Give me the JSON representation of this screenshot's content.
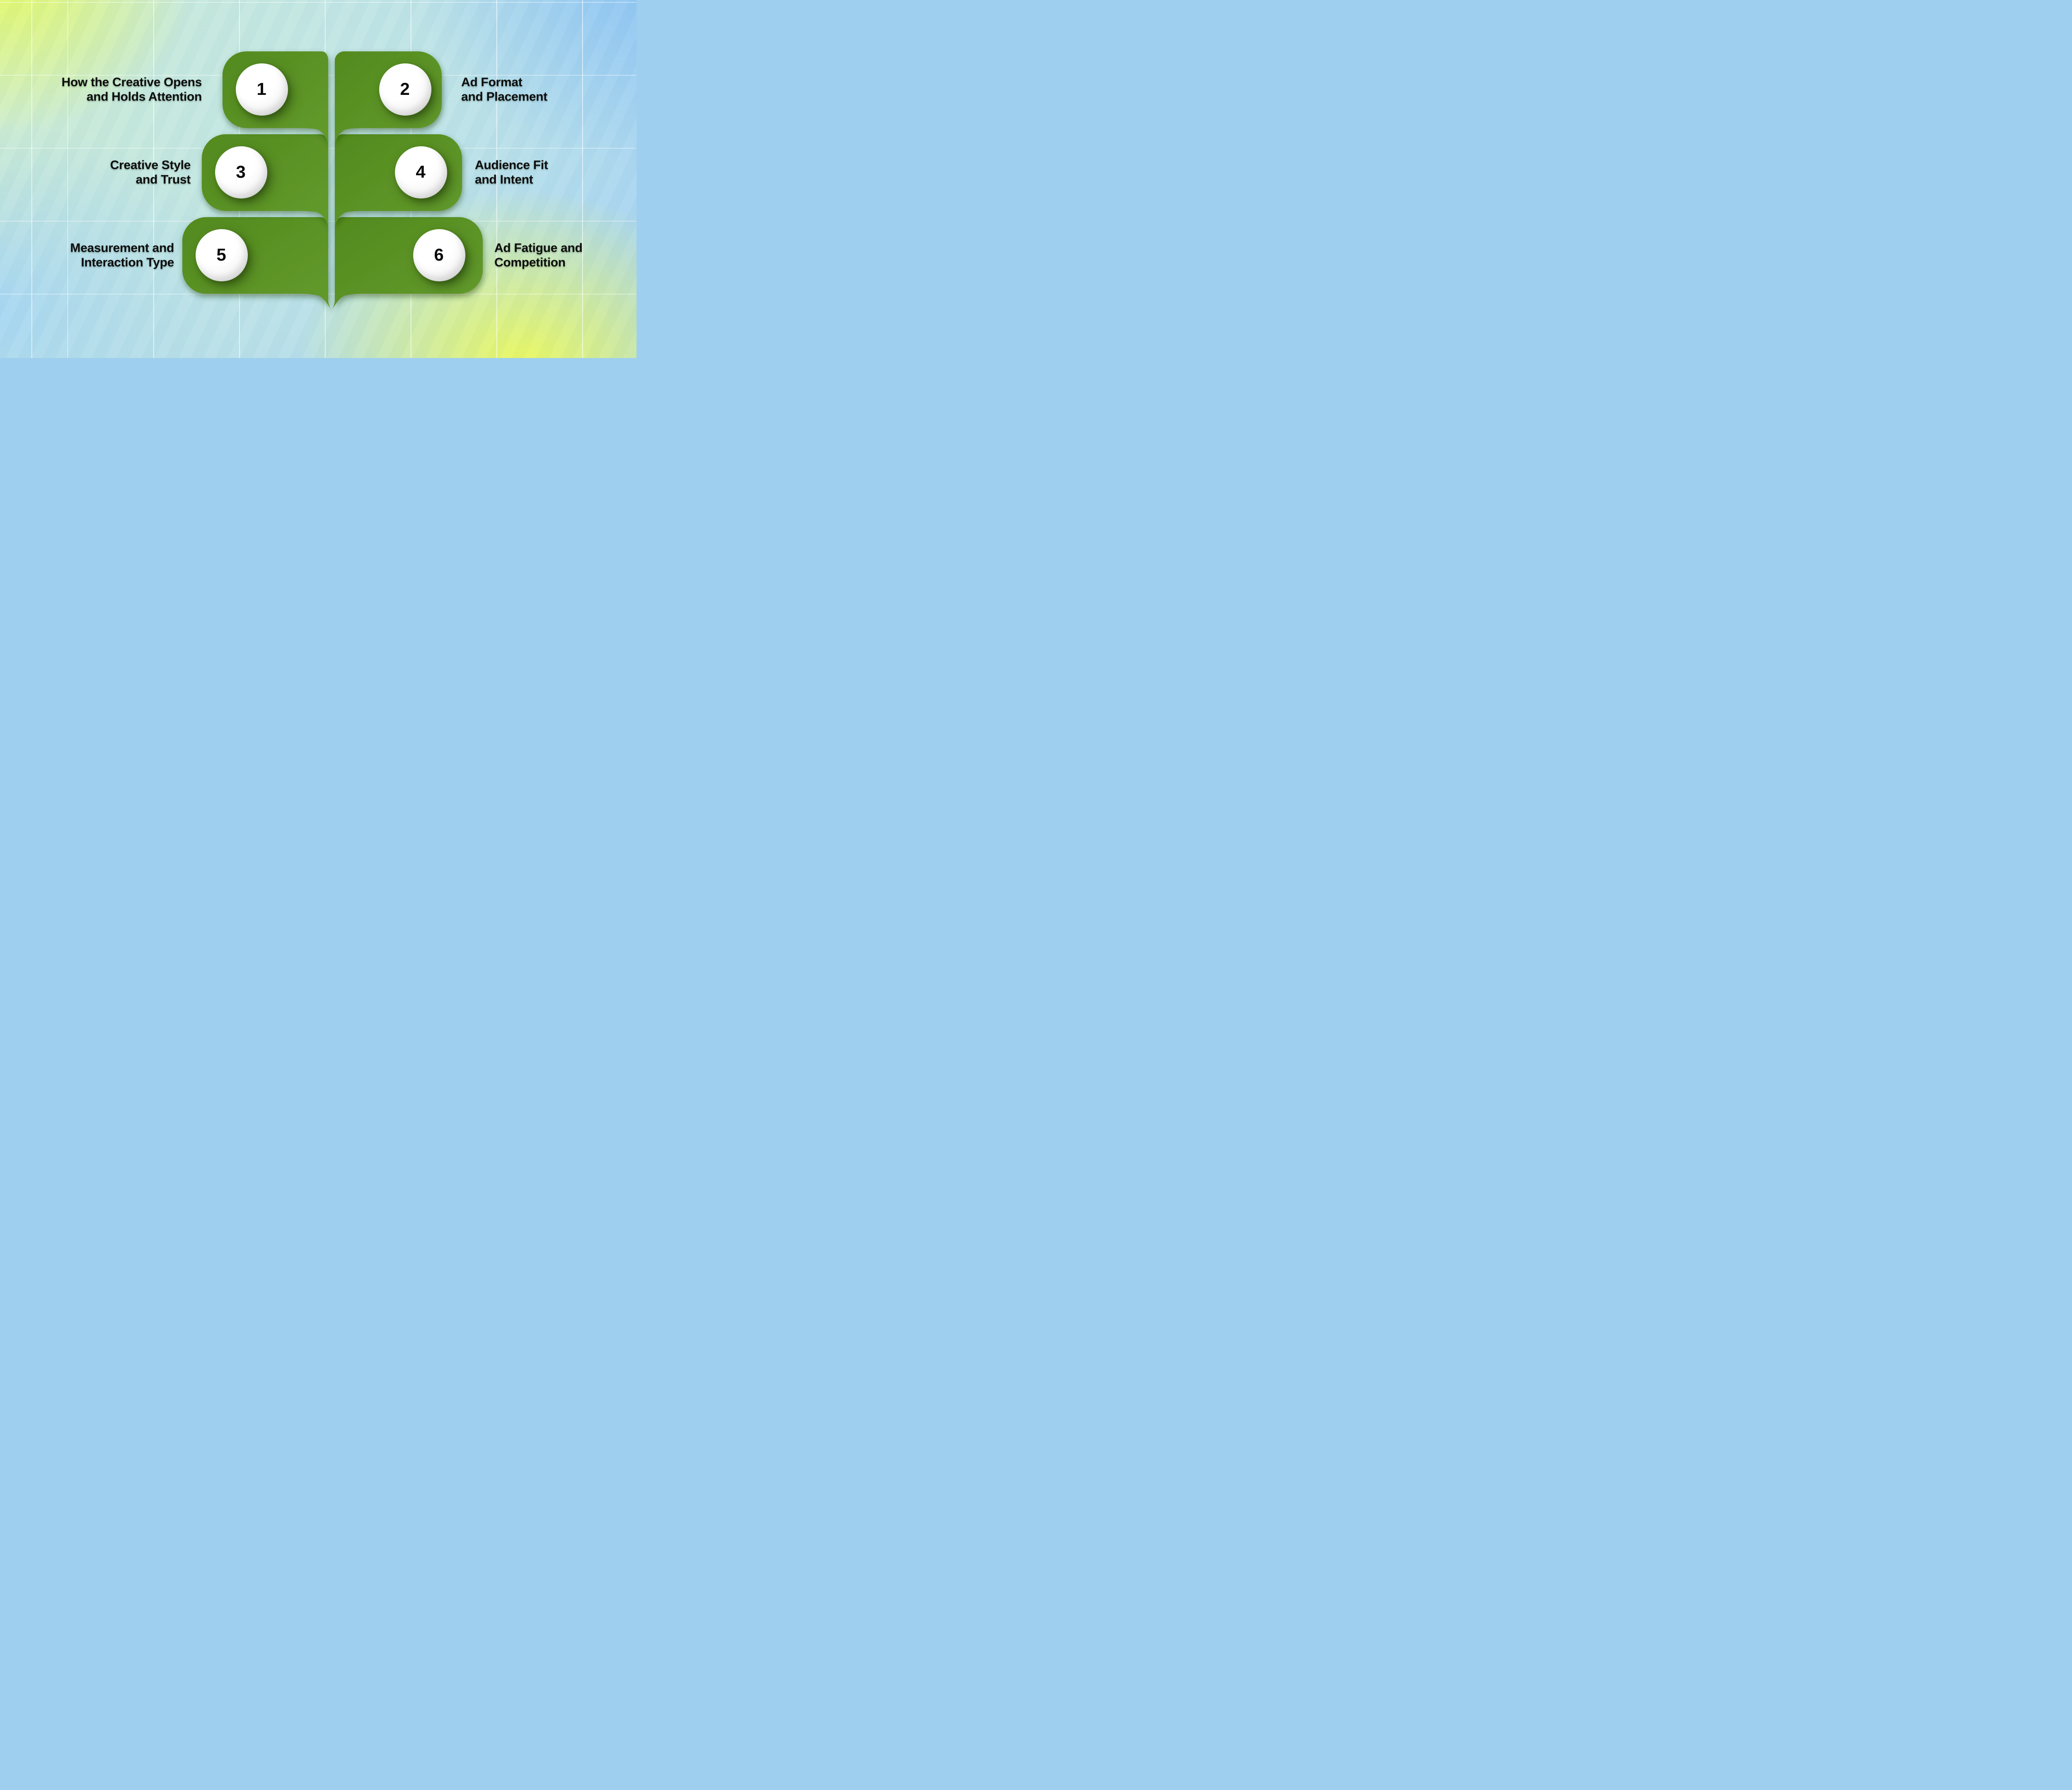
{
  "diagram": {
    "kind": "six-item leaf infographic",
    "items": [
      {
        "number": "1",
        "side": "left",
        "row": 1,
        "label_lines": [
          "How the Creative Opens",
          "and Holds Attention"
        ]
      },
      {
        "number": "2",
        "side": "right",
        "row": 1,
        "label_lines": [
          "Ad Format",
          "and Placement"
        ]
      },
      {
        "number": "3",
        "side": "left",
        "row": 2,
        "label_lines": [
          "Creative Style",
          "and Trust"
        ]
      },
      {
        "number": "4",
        "side": "right",
        "row": 2,
        "label_lines": [
          "Audience Fit",
          "and Intent"
        ]
      },
      {
        "number": "5",
        "side": "left",
        "row": 3,
        "label_lines": [
          "Measurement and",
          "Interaction Type"
        ]
      },
      {
        "number": "6",
        "side": "right",
        "row": 3,
        "label_lines": [
          "Ad Fatigue and",
          "Competition"
        ]
      }
    ]
  },
  "colors": {
    "leaf_green": "#5a9126",
    "leaf_green_dark": "#538a1e",
    "leaf_green_light": "#639b2d",
    "leaf_shadow": "#1b3a08",
    "number_text": "#0a0a0a",
    "label_text": "#0d0d0d",
    "circle_fill": "#ffffff",
    "grid_line": "#ffffff",
    "bg_yellow_top_left": "#e3f964",
    "bg_blue_top_right": "#8ec5f3",
    "bg_blue_bottom_left": "#a3d4f7",
    "bg_yellow_bottom_right": "#eefb55",
    "bg_cyan_center": "#c6e9e2"
  }
}
